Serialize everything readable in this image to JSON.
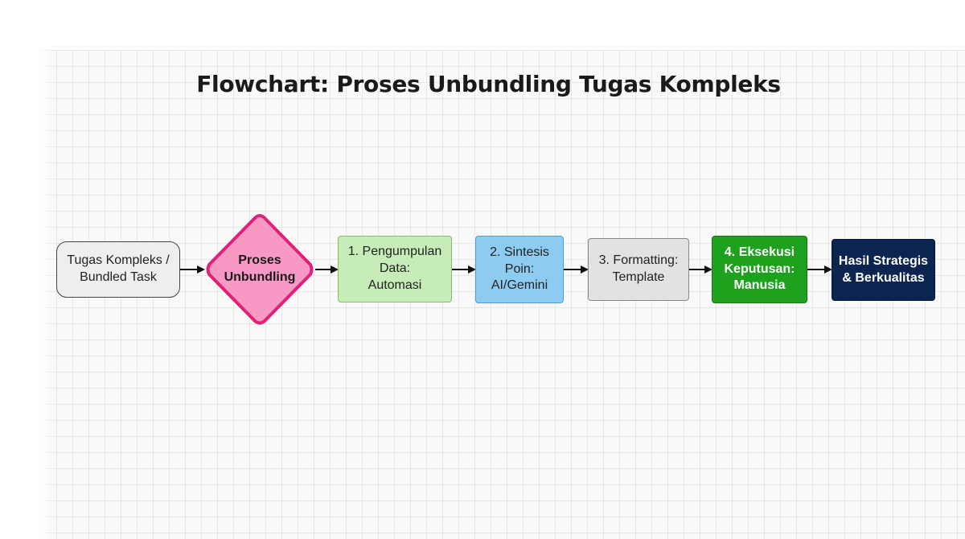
{
  "title": "Flowchart: Proses Unbundling Tugas Kompleks",
  "colors": {
    "start_fill": "#eeeeee",
    "diamond_fill": "#f799c4",
    "diamond_stroke": "#e0207a",
    "step1_fill": "#c6ecb8",
    "step2_fill": "#8ecbf0",
    "step3_fill": "#e2e2e2",
    "step4_fill": "#1ea21e",
    "end_fill": "#0c2450",
    "arrow": "#111111"
  },
  "nodes": {
    "start": "Tugas Kompleks /\nBundled Task",
    "decision": "Proses\nUnbundling",
    "step1": "1. Pengumpulan\nData:\nAutomasi",
    "step2": "2. Sintesis\nPoin:\nAI/Gemini",
    "step3": "3. Formatting:\nTemplate",
    "step4": "4. Eksekusi\nKeputusan:\nManusia",
    "end": "Hasil Strategis\n& Berkualitas"
  }
}
